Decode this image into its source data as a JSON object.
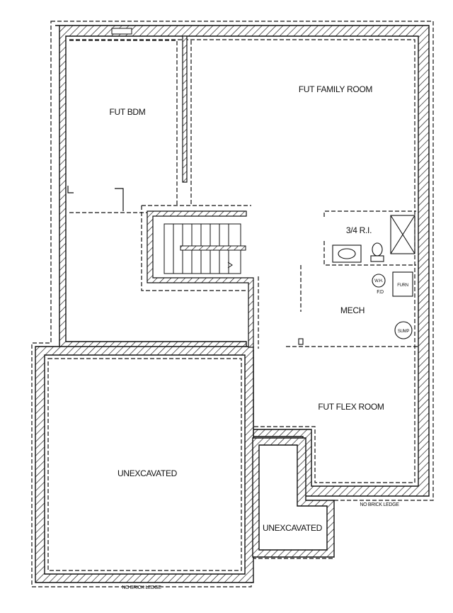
{
  "rooms": {
    "fut_bdm": "FUT BDM",
    "fut_family_room": "FUT FAMILY ROOM",
    "rough_in": "3/4 R.I.",
    "mech": "MECH",
    "fut_flex_room": "FUT FLEX ROOM",
    "unexcavated_large": "UNEXCAVATED",
    "unexcavated_small": "UNEXCAVATED"
  },
  "fixtures": {
    "wh": "W.H.",
    "fd": "F.D",
    "furn": "FURN",
    "sump": "SUMP"
  },
  "notes": {
    "no_brick_ledge_right": "NO BRICK LEDGE",
    "no_brick_ledge_bottom": "NO BRICK LEDGE"
  }
}
